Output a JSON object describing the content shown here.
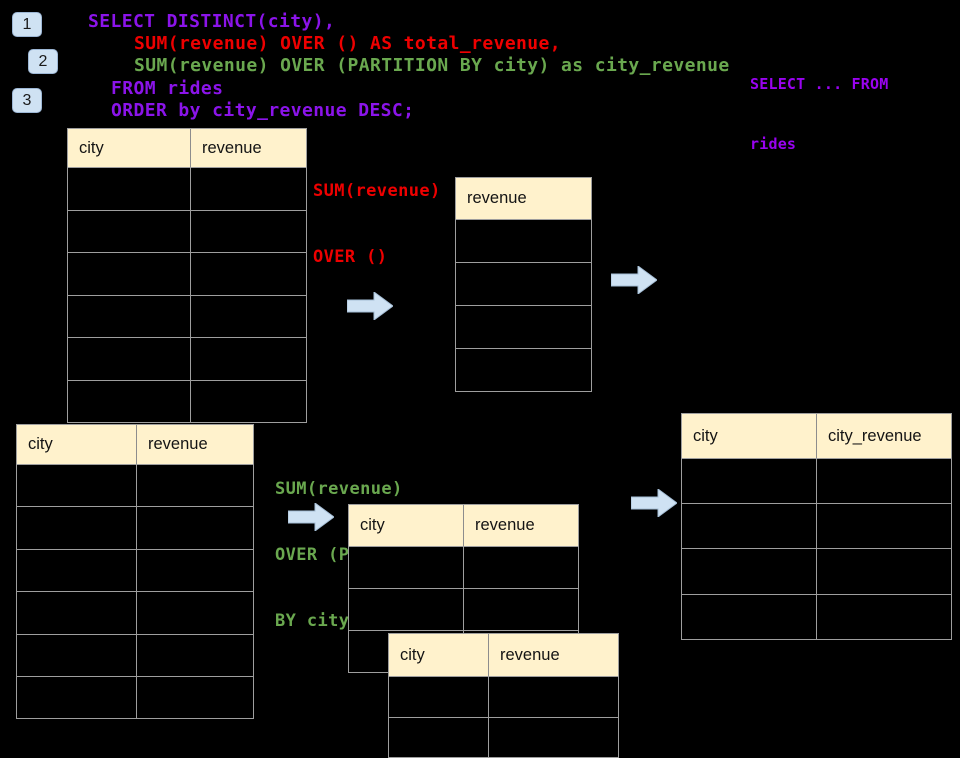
{
  "colors": {
    "background": "#000000",
    "code_purple": "#8b14ea",
    "note_purple": "#9903f0",
    "code_red": "#ee0000",
    "code_green": "#6aa84f",
    "table_header_fill": "#fff2cc",
    "table_border": "#9e9e9e",
    "arrow_fill": "#cfe2f3",
    "badge_fill": "#cfe2f3"
  },
  "badges": [
    {
      "label": "1"
    },
    {
      "label": "2"
    },
    {
      "label": "3"
    }
  ],
  "sql": {
    "select": "SELECT DISTINCT(city),",
    "total": "SUM(revenue) OVER () AS total_revenue,",
    "partition": "SUM(revenue) OVER (PARTITION BY city) as city_revenue",
    "from": "FROM rides",
    "order": "ORDER by city_revenue DESC;"
  },
  "side_note": {
    "line1": "SELECT ... FROM",
    "line2": "rides"
  },
  "annotations": {
    "total": {
      "line1": "SUM(revenue)",
      "line2": "OVER ()"
    },
    "partition": {
      "line1": "SUM(revenue)",
      "line2": "OVER (PARTITION",
      "line3": "BY city)"
    }
  },
  "tables": {
    "source_top": {
      "headers": [
        "city",
        "revenue"
      ],
      "empty_rows": 6
    },
    "total_revenue": {
      "headers": [
        "revenue"
      ],
      "empty_rows": 4
    },
    "source_bottom": {
      "headers": [
        "city",
        "revenue"
      ],
      "empty_rows": 6
    },
    "partition_back": {
      "headers": [
        "city",
        "revenue"
      ],
      "empty_rows": 3
    },
    "partition_front": {
      "headers": [
        "city",
        "revenue"
      ],
      "empty_rows": 2
    },
    "result": {
      "headers": [
        "city",
        "city_revenue"
      ],
      "empty_rows": 4
    }
  },
  "icons": {
    "arrow": "arrow-right-icon"
  }
}
